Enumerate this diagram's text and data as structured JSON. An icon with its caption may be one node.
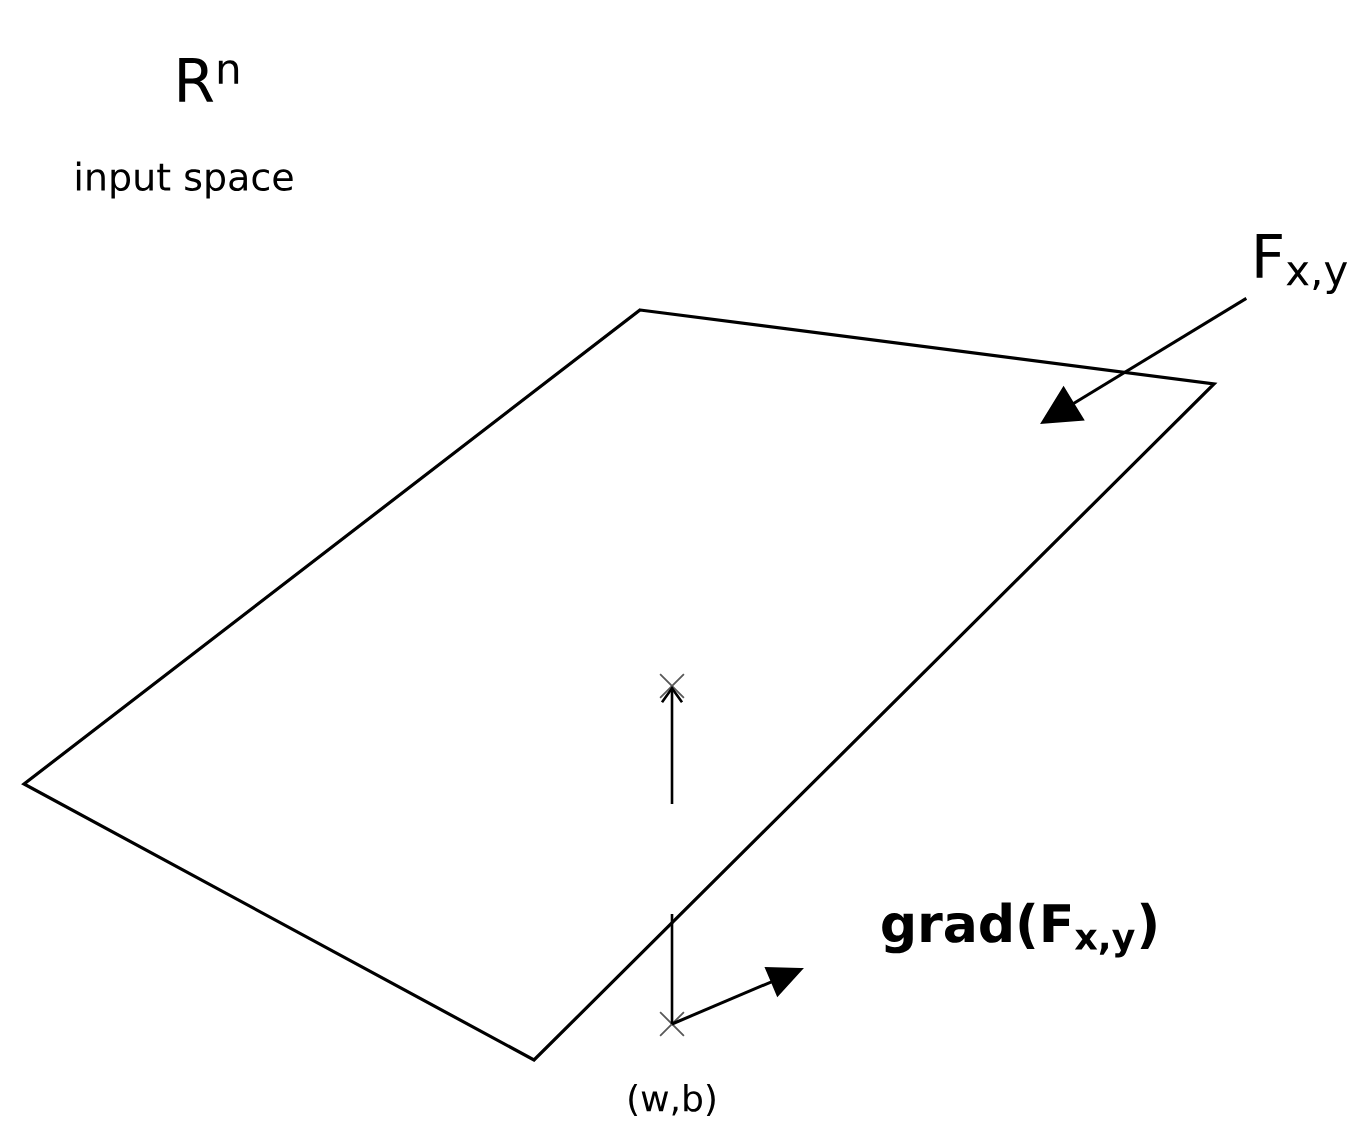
{
  "diagram": {
    "nodes": [
      {
        "text": [
          "F$_{x,y}$"
        ]
      },
      {
        "text": [],
        "shape": "plane"
      },
      {
        "text": [],
        "shape": "cross",
        "in": 1
      },
      {
        "text": [],
        "shape": "cross",
        "in": 1
      },
      {
        "text": [
          "grad(F$_{x,y}$)"
        ]
      }
    ],
    "edges": [
      {
        "from": 0,
        "to": 1,
        "arrow": "to"
      },
      {
        "from": 3,
        "to": 2,
        "arrow": "to",
        "style": "dashed"
      },
      {
        "from": 3,
        "to": 4,
        "arrow": "to"
      }
    ],
    "labels": [
      "R$^{n}$",
      "input space",
      "(w,b)"
    ]
  }
}
